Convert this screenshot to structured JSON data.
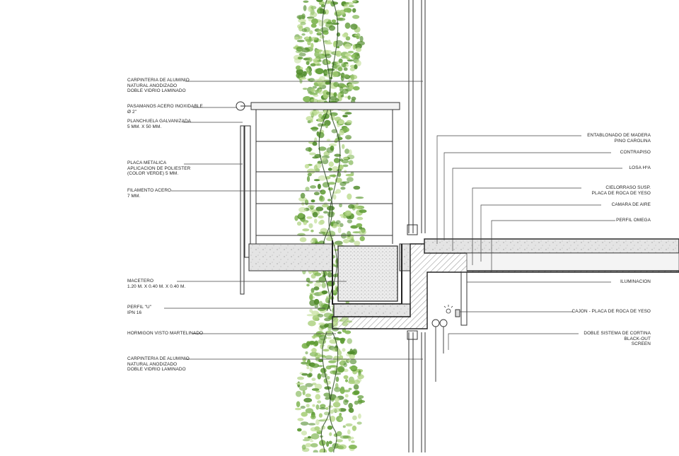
{
  "labels_left": [
    {
      "key": "carpinteria_top",
      "lines": [
        "CARPINTERIA DE ALUMINIO",
        "NATURAL ANODIZADO",
        "DOBLE VIDRIO LAMINADO"
      ]
    },
    {
      "key": "pasamanos",
      "lines": [
        "PASAMANOS ACERO INOXIDABLE",
        "Ø 2\""
      ]
    },
    {
      "key": "planchuela",
      "lines": [
        "PLANCHUELA GALVANIZADA",
        "5 mm. x 50 mm."
      ]
    },
    {
      "key": "placa_metalica",
      "lines": [
        "PLACA METALICA",
        "APLICACION DE POLIESTER",
        "(COLOR VERDE) 5 mm."
      ]
    },
    {
      "key": "filamento",
      "lines": [
        "FILAMENTO ACERO",
        "7 mm."
      ]
    },
    {
      "key": "macetero",
      "lines": [
        "MACETERO",
        "1.20 m. x 0.40 m. x 0.40 m."
      ]
    },
    {
      "key": "perfil_u",
      "lines": [
        "PERFIL \"U\"",
        "IPN 16"
      ]
    },
    {
      "key": "hormigon",
      "lines": [
        "HORMIGON VISTO MARTELINADO"
      ]
    },
    {
      "key": "carpinteria_bottom",
      "lines": [
        "CARPINTERIA DE ALUMINIO",
        "NATURAL ANODIZADO",
        "DOBLE VIDRIO LAMINADO"
      ]
    }
  ],
  "labels_right": [
    {
      "key": "entablonado",
      "lines": [
        "ENTABLONADO DE MADERA",
        "PINO CAROLINA"
      ]
    },
    {
      "key": "contrapiso",
      "lines": [
        "CONTRAPISO"
      ]
    },
    {
      "key": "losa",
      "lines": [
        "LOSA HºA"
      ]
    },
    {
      "key": "cielorraso",
      "lines": [
        "CIELORRASO SUSP.",
        "PLACA DE ROCA DE YESO"
      ]
    },
    {
      "key": "camara",
      "lines": [
        "CAMARA DE AIRE"
      ]
    },
    {
      "key": "perfil_omega",
      "lines": [
        "PERFIL OMEGA"
      ]
    },
    {
      "key": "iluminacion",
      "lines": [
        "ILUMINACION"
      ]
    },
    {
      "key": "cajon",
      "lines": [
        "CAJON - PLACA DE ROCA DE YESO"
      ]
    },
    {
      "key": "cortina",
      "lines": [
        "DOBLE SISTEMA DE CORTINA",
        "BLACK-OUT",
        "SCREEN"
      ]
    }
  ],
  "colors": {
    "line": "#333333",
    "concrete": "#d9d9d9",
    "slab_hatch": "#9a9a9a",
    "vegetation_light": "#a9cf7a",
    "vegetation_dark": "#4f8a2a",
    "soil": "#e6e6e6"
  },
  "icons": [
    "plant-vine-graphic",
    "railing-section",
    "planter-box",
    "concrete-slab",
    "curtain-roller-icon",
    "light-fixture-icon"
  ]
}
